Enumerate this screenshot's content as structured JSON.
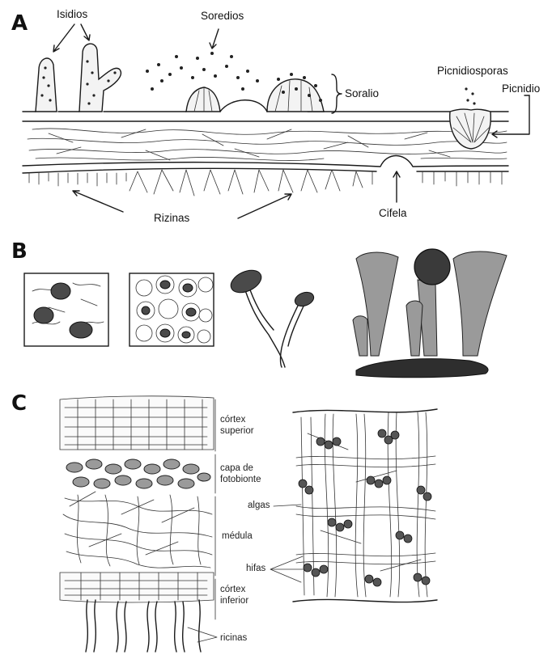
{
  "panels": {
    "a": {
      "letter": "A",
      "labels": {
        "isidios": "Isidios",
        "soredios": "Soredios",
        "soralio": "Soralio",
        "picnidiosporas": "Picnidiosporas",
        "picnidio": "Picnidio",
        "rizinas": "Rizinas",
        "cifela": "Cifela"
      }
    },
    "b": {
      "letter": "B"
    },
    "c": {
      "letter": "C",
      "labels": {
        "cortex_superior": "córtex\nsuperior",
        "capa_fotobionte": "capa de\nfotobionte",
        "medula": "médula",
        "cortex_inferior": "córtex\ninferior",
        "ricinas": "ricinas",
        "algas": "algas",
        "hifas": "hifas"
      }
    }
  }
}
